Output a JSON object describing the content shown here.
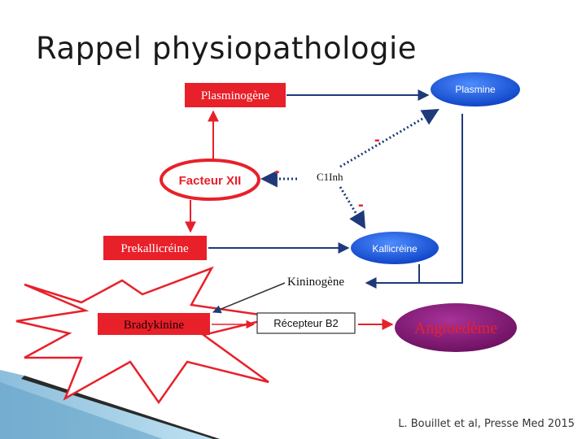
{
  "slide": {
    "title": "Rappel physiopathologie",
    "citation": "L. Bouillet et al, Presse Med 2015"
  },
  "nodes": {
    "plasminogene": "Plasminogène",
    "plasmine": "Plasmine",
    "facteur_xii": "Facteur XII",
    "c1inh": "C1Inh",
    "prekallicreine": "Prekallicréine",
    "kallicreine": "Kallicréine",
    "kininogene": "Kininogène",
    "bradykinine": "Bradykinine",
    "recepteur_b2": "Récepteur B2",
    "angioedeme": "Angioedème"
  },
  "inhibition_signs": {
    "minus_1": "-",
    "minus_2": "-",
    "minus_3": "-"
  },
  "colors": {
    "red_box": "#e8202a",
    "blue_ellipse": "#1a56d6",
    "purple_ellipse": "#8b1a7a",
    "dark_blue": "#1f3a7a"
  }
}
